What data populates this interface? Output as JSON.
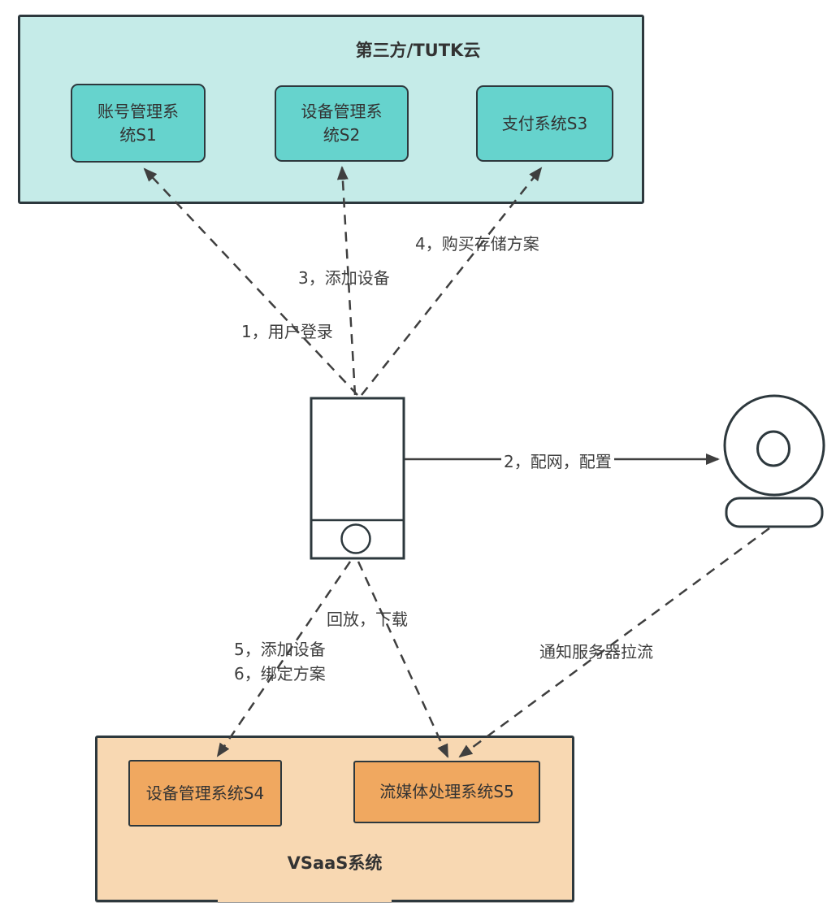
{
  "colors": {
    "cloud_bg": "#c5ebe8",
    "cloud_node_bg": "#66d3cd",
    "vsaas_bg": "#f8d8b2",
    "vsaas_node_bg": "#f0a860",
    "box_border": "#2d383d",
    "line": "#3f3f3f",
    "text": "#333333"
  },
  "cloud_group": {
    "title": "第三方/TUTK云",
    "boxes": [
      {
        "id": "s1",
        "label": "账号管理系\n统S1"
      },
      {
        "id": "s2",
        "label": "设备管理系\n统S2"
      },
      {
        "id": "s3",
        "label": "支付系统S3"
      }
    ]
  },
  "vsaas_group": {
    "title": "VSaaS系统",
    "boxes": [
      {
        "id": "s4",
        "label": "设备管理系统S4"
      },
      {
        "id": "s5",
        "label": "流媒体处理系统S5"
      }
    ]
  },
  "devices": {
    "phone": "smartphone",
    "camera": "ip-camera"
  },
  "edge_labels": {
    "login": "1，用户登录",
    "provision": "2，配网，配置",
    "add_device_cloud": "3，添加设备",
    "buy_storage": "4，购买存储方案",
    "add_device_vsaas": "5，添加设备",
    "bind_plan": "6，绑定方案",
    "playback": "回放，下载",
    "notify_pull": "通知服务器拉流"
  }
}
